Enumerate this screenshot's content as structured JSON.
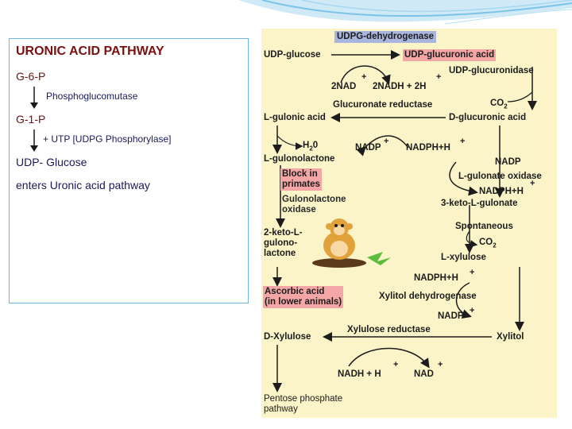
{
  "left_panel": {
    "title": "URONIC ACID PATHWAY",
    "step1": "G-6-P",
    "enzyme1": "Phosphoglucomutase",
    "step2": "G-1-P",
    "enzyme2": "+ UTP [UDPG Phosphorylase]",
    "step3": "UDP- Glucose",
    "note": "enters Uronic acid pathway"
  },
  "diagram": {
    "udpg_dehydrogenase": "UDPG-dehydrogenase",
    "udp_glucose": "UDP-glucose",
    "udp_glucuronic_acid": "UDP-glucuronic acid",
    "two_nad": "2NAD",
    "two_nadh": "2NADH + 2H",
    "udp_glucuronidase": "UDP-glucuronidase",
    "glucuronate_reductase": "Glucuronate reductase",
    "co2_top": "CO",
    "co2_top_sub": "2",
    "l_gulonic_acid": "L-gulonic acid",
    "d_glucuronic_acid": "D-glucuronic acid",
    "h2o": "H",
    "h2o_sub": "2",
    "h2o_end": "0",
    "nadp_1": "NADP",
    "nadph_1": "NADPH+H",
    "l_gulonolactone": "L-gulonolactone",
    "block_in_primates": "Block in\nprimates",
    "gulonolactone_oxidase": "Gulonolactone\noxidase",
    "nadp_2": "NADP",
    "l_gulonate_oxidase": "L-gulonate oxidase",
    "nadph_2": "NADPH+H",
    "keto_gulonate": "3-keto-L-gulonate",
    "keto_gulonolactone": "2-keto-L-\ngulono-\nlactone",
    "spontaneous": "Spontaneous",
    "co2_mid": "CO",
    "co2_mid_sub": "2",
    "l_xylulose": "L-xylulose",
    "nadph_3": "NADPH+H",
    "ascorbic_acid": "Ascorbic acid\n(in lower animals)",
    "xylitol_dehydrogenase": "Xylitol dehydrogenase",
    "nadp_3": "NADP",
    "xylulose_reductase": "Xylulose reductase",
    "d_xylulose": "D-Xylulose",
    "xylitol": "Xylitol",
    "nadh": "NADH + H",
    "nad": "NAD",
    "pentose_phosphate": "Pentose phosphate\npathway"
  },
  "colors": {
    "title_text": "#7a1010",
    "panel_border": "#6fb6e0",
    "diagram_bg": "#fbf4c8",
    "highlight_red": "#f4a6a6",
    "highlight_blue": "#a9b5dc"
  }
}
